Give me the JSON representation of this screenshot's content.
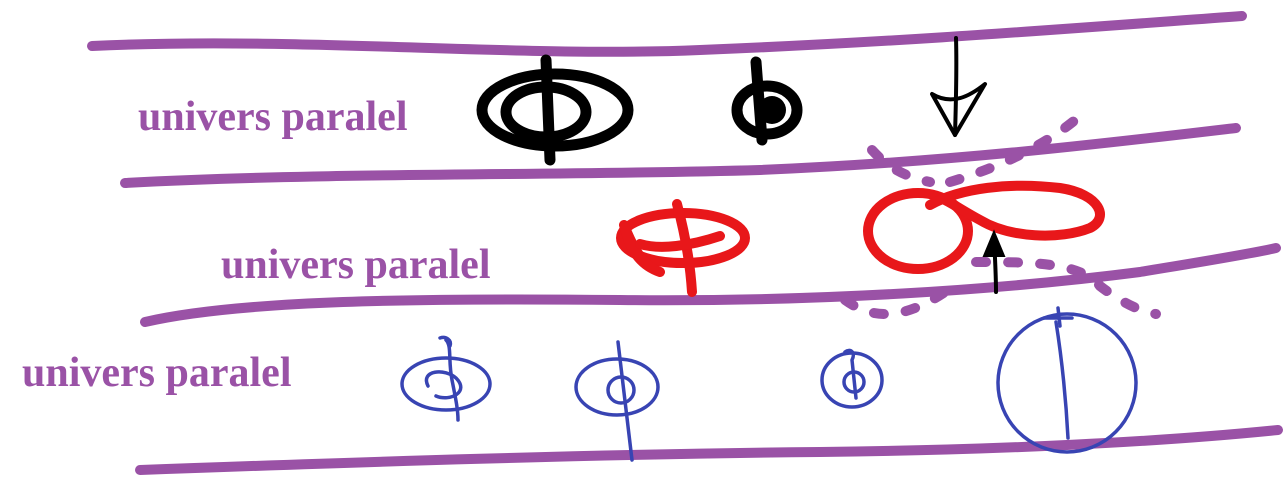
{
  "labels": {
    "top": "univers paralel",
    "middle": "univers paralel",
    "bottom": "univers paralel"
  },
  "colors": {
    "boundary": "#9a52a6",
    "label": "#9a52a6",
    "top_universe_ink": "#000000",
    "middle_universe_ink": "#e8171a",
    "bottom_universe_ink": "#3844b3"
  }
}
